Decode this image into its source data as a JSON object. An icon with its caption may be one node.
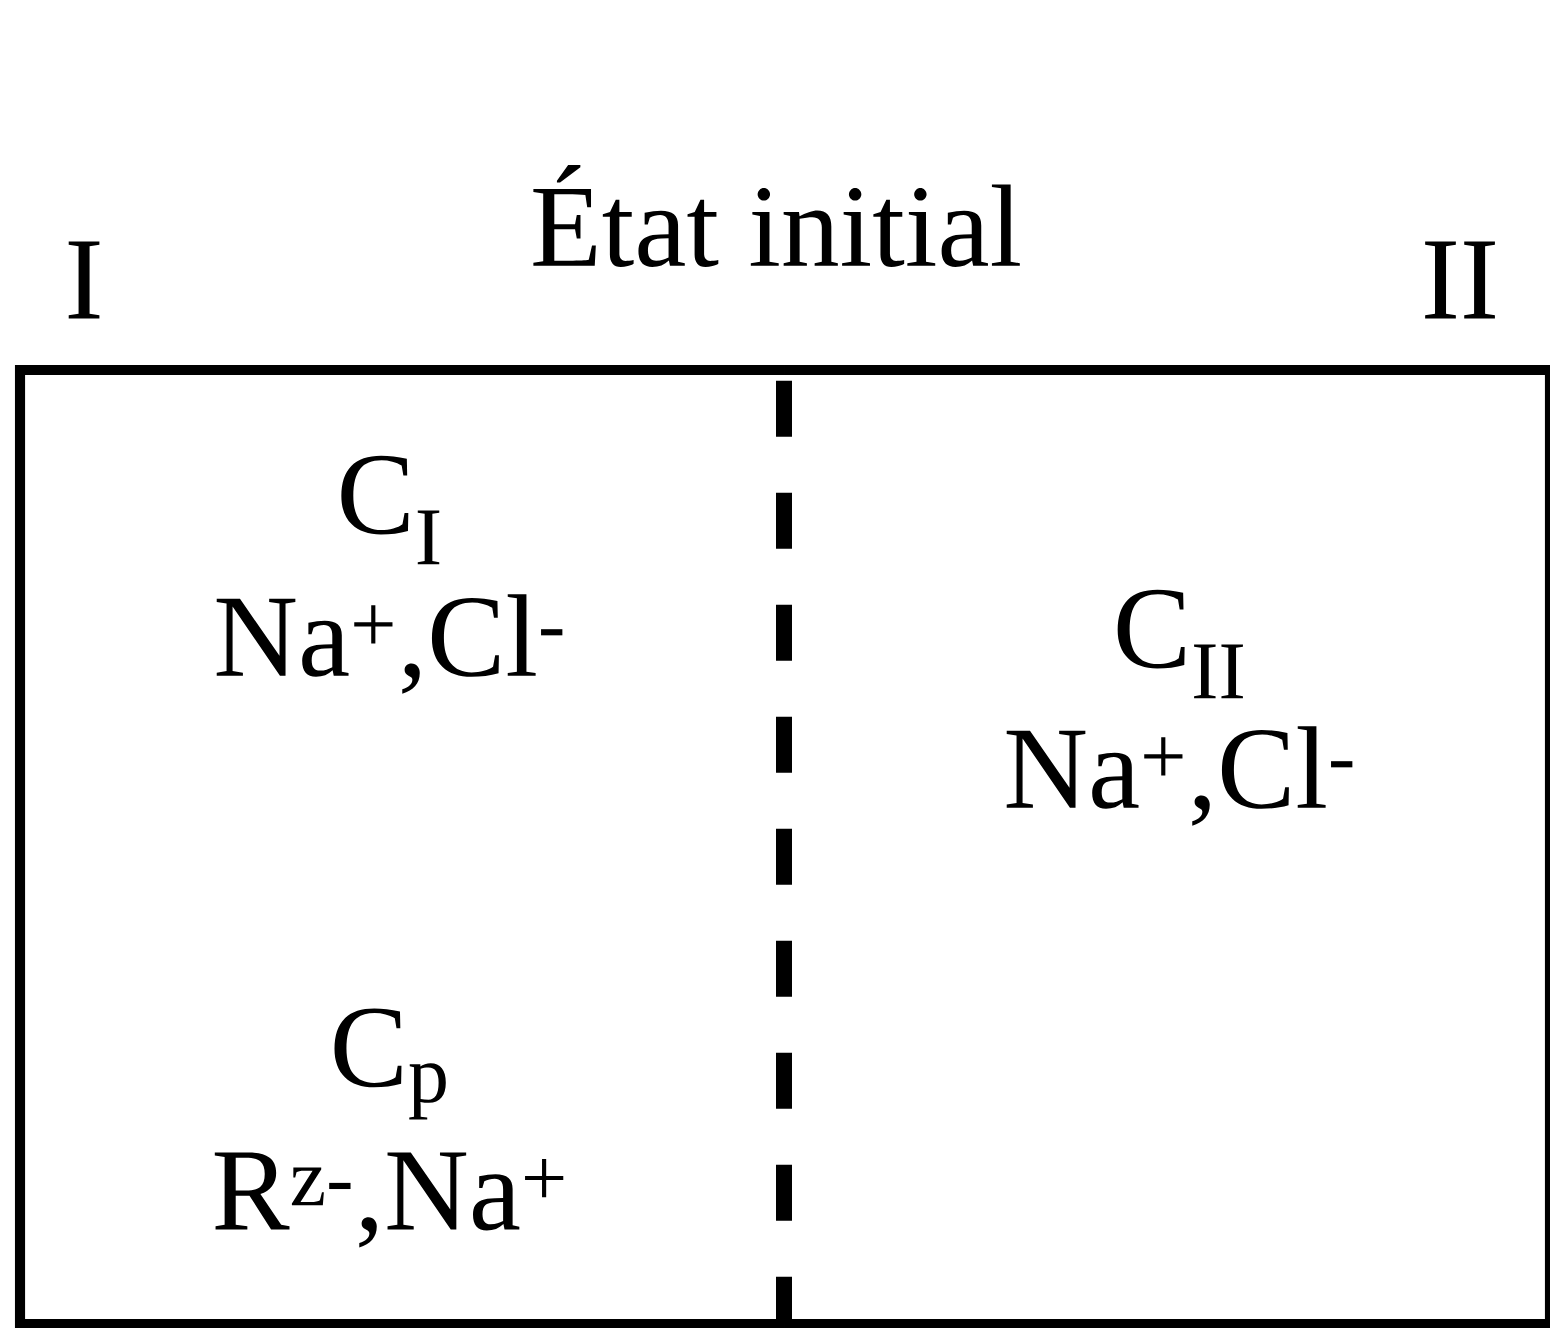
{
  "diagram": {
    "title": "État initial",
    "nodes": [
      {
        "text": [
          "I",
          "C$_{I}$",
          "Na$^{+}$,Cl$^{-}$",
          "C$_{p}$",
          "R$^{z-}$,Na$^{+}$"
        ]
      },
      {
        "text": [
          "II",
          "C$_{II}$",
          "Na$^{+}$,Cl$^{-}$"
        ]
      }
    ]
  }
}
